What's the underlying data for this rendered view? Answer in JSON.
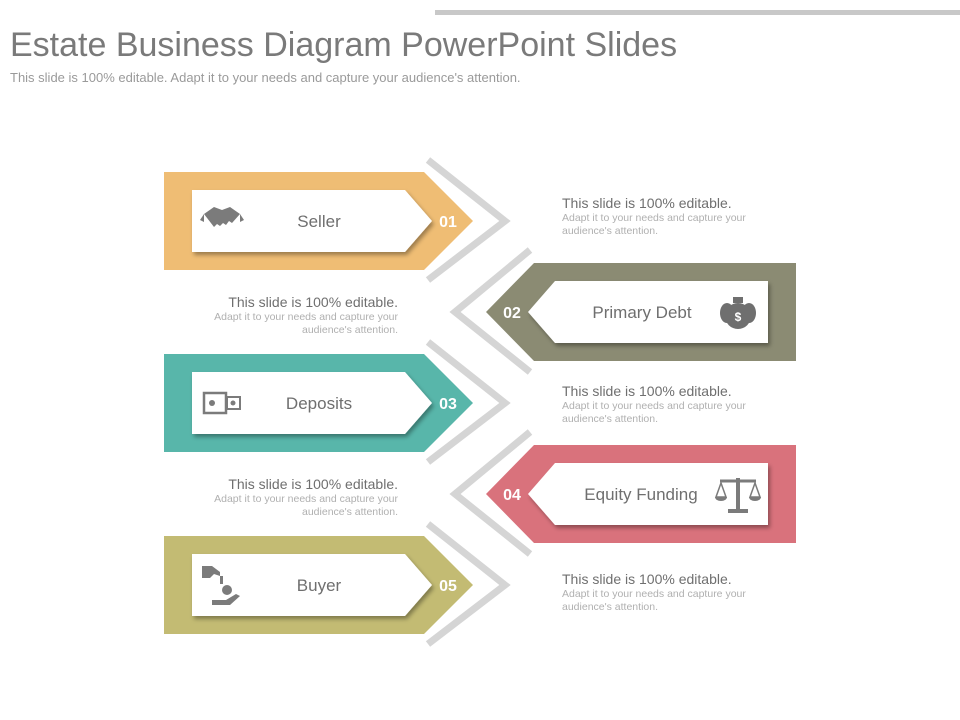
{
  "slide": {
    "title": "Estate Business Diagram PowerPoint Slides",
    "subtitle": "This slide is 100% editable.  Adapt it to your needs and capture your audience's attention."
  },
  "steps": [
    {
      "number": "01",
      "label": "Seller",
      "icon": "handshake-icon",
      "color": "#efbd74"
    },
    {
      "number": "02",
      "label": "Primary Debt",
      "icon": "money-bags-icon",
      "color": "#8b8b73"
    },
    {
      "number": "03",
      "label": "Deposits",
      "icon": "safe-icon",
      "color": "#58b6aa"
    },
    {
      "number": "04",
      "label": "Equity Funding",
      "icon": "balance-scale-icon",
      "color": "#d9727c"
    },
    {
      "number": "05",
      "label": "Buyer",
      "icon": "hand-coin-icon",
      "color": "#c3bb73"
    }
  ],
  "descriptions": [
    {
      "title": "This slide is 100% editable.",
      "body": "Adapt it to your needs and capture your audience's attention."
    },
    {
      "title": "This slide is 100% editable.",
      "body": "Adapt it to your needs and capture your audience's attention."
    },
    {
      "title": "This slide is 100% editable.",
      "body": "Adapt it to your needs and capture your audience's attention."
    },
    {
      "title": "This slide is 100% editable.",
      "body": "Adapt it to your needs and capture your audience's attention."
    },
    {
      "title": "This slide is 100% editable.",
      "body": "Adapt it to your needs and capture your audience's attention."
    }
  ],
  "colors": {
    "connector": "#d5d5d5",
    "card": "#ffffff",
    "text": "#6f6f6f",
    "muted": "#b0b0b0"
  }
}
